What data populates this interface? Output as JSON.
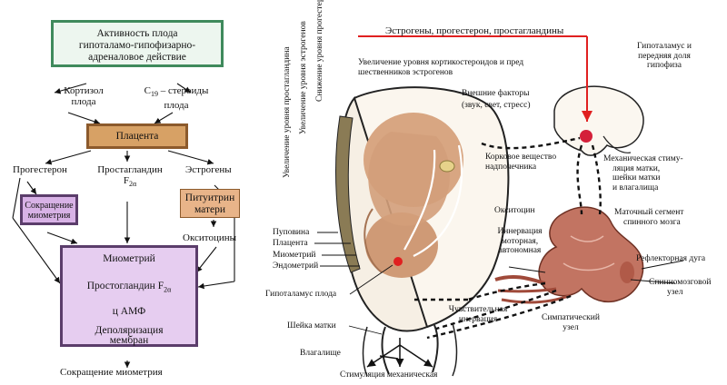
{
  "left": {
    "activity_box": [
      "Активность плода",
      "гипоталамо-гипофизарно-",
      "адреналовое действие"
    ],
    "cortisol": [
      "Кортизол",
      "плода"
    ],
    "c19": [
      "C",
      "19",
      " – стероиды",
      "плода"
    ],
    "placenta": "Плацента",
    "progesterone": "Прогестерон",
    "prostaglandin": [
      "Простагландин",
      "F",
      "2α"
    ],
    "estrogens": "Эстрогены",
    "contraction_box": [
      "Сокращение",
      "миометрия"
    ],
    "pituitrin_box": [
      "Питуитрин",
      "матери"
    ],
    "oxytocins": "Окситоцины",
    "myometrium_box": {
      "line1": "Миометрий",
      "line2": [
        "Простогландин F",
        "2α"
      ],
      "line3": "ц АМФ",
      "line4": [
        "Деполяризация",
        "мембран"
      ]
    },
    "bottom": "Сокращение миометрия"
  },
  "right": {
    "vertical_labels": [
      "Увеличение уровня простагландина",
      "Увеличение уровня эстрогенов",
      "Снижение уровня прогестерона"
    ],
    "estrogens_line": "Эстрогены, прогестерон, простагландины",
    "corticosteroids_line": [
      "Увеличение уровня кортикостероидов и пред",
      "шественников эстрогенов"
    ],
    "hypothalamus": [
      "Гипоталамус и",
      "передняя доля",
      "гипофиза"
    ],
    "external_factors": [
      "Внешние факторы",
      "(звук, свет, стресс)"
    ],
    "adrenal_cortex": [
      "Корковое вещество",
      "надпочечника"
    ],
    "mech_stimulation": [
      "Механическая стиму-",
      "ляция матки,",
      "шейки матки",
      "и влагалища"
    ],
    "oxytocin": "Окситоцин",
    "uterine_segment": [
      "Маточный сегмент",
      "спинного мозга"
    ],
    "innervation_motor": [
      "Иннервация",
      "моторная,",
      "автономная"
    ],
    "reflex_arc": "Рефлекторная дуга",
    "umbilical": "Пуповина",
    "placenta": "Плацента",
    "myometrium": "Миометрий",
    "endometrium": "Эндометрий",
    "fetal_hypothalamus": "Гипоталамус плода",
    "sensory_innervation": [
      "Чувствительная",
      "инервация"
    ],
    "spinal_ganglion": [
      "Спинномозговой",
      "узел"
    ],
    "sympathetic_node": [
      "Симпатический",
      "узел"
    ],
    "cervix": "Шейка матки",
    "vagina": "Влагалище",
    "stimulation_bottom": "Стимуляция механическая"
  },
  "colors": {
    "green_border": "#3f8a5c",
    "green_fill": "#edf6ef",
    "placenta_fill": "#d7a165",
    "placenta_border": "#8c5a2c",
    "pink_fill": "#d8b2e6",
    "myometrium_fill": "#e6cdf0",
    "purple_border": "#5b3d6b",
    "pituitrin_fill": "#e8b489",
    "red_arrow": "#e02020",
    "fetus": "#cf9a76",
    "spinal": "#c06f5c"
  }
}
